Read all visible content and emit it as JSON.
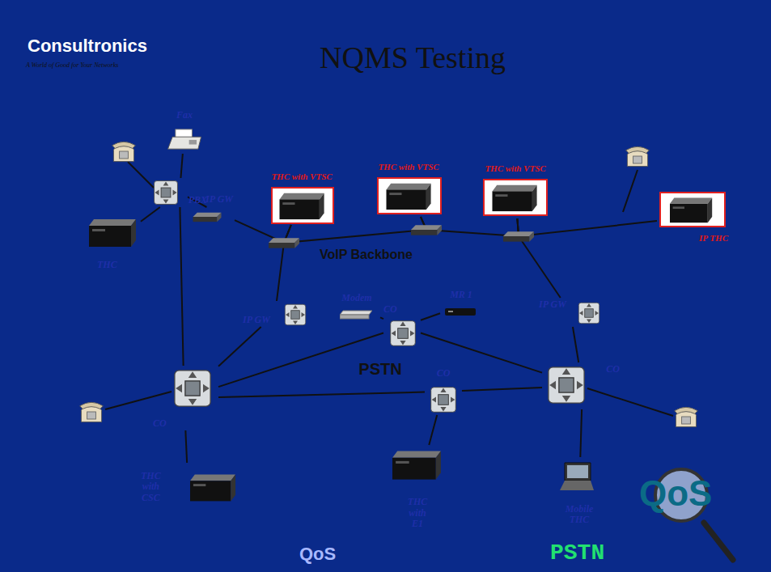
{
  "diagram": {
    "title": "NQMS Testing",
    "nodes": [
      {
        "text": [
          "Fax"
        ]
      },
      {
        "text": [
          "PBX"
        ]
      },
      {
        "text": [
          "THC"
        ]
      },
      {
        "text": [
          "IP GW"
        ]
      },
      {
        "text": [
          "VoIP Backbone"
        ]
      },
      {
        "text": [
          "THC with VTSC"
        ],
        "in": 4
      },
      {
        "text": [
          "THC with VTSC"
        ],
        "in": 4
      },
      {
        "text": [
          "THC with VTSC"
        ],
        "in": 4
      },
      {
        "text": [
          "IP THC"
        ]
      },
      {
        "text": [
          "Modem"
        ]
      },
      {
        "text": [
          "MR 1"
        ]
      },
      {
        "text": [
          "IP GW"
        ]
      },
      {
        "text": [
          "IP GW"
        ]
      },
      {
        "text": [
          "PSTN"
        ]
      },
      {
        "text": [
          "CO"
        ],
        "in": 13
      },
      {
        "text": [
          "CO"
        ],
        "in": 13
      },
      {
        "text": [
          "CO"
        ],
        "in": 13
      },
      {
        "text": [
          "CO"
        ],
        "in": 13
      },
      {
        "text": [
          "THC with CSC"
        ]
      },
      {
        "text": [
          "THC with E1"
        ]
      },
      {
        "text": [
          "Mobile THC"
        ]
      }
    ],
    "edges": [
      {
        "from": 1,
        "to": 0,
        "arrow": "none"
      },
      {
        "from": 1,
        "to": 2,
        "arrow": "none"
      },
      {
        "from": 1,
        "to": 3,
        "arrow": "none"
      },
      {
        "from": 3,
        "to": 5,
        "arrow": "none"
      },
      {
        "from": 5,
        "to": 6,
        "arrow": "none"
      },
      {
        "from": 6,
        "to": 7,
        "arrow": "none"
      },
      {
        "from": 7,
        "to": 8,
        "arrow": "none"
      },
      {
        "from": 11,
        "to": 5,
        "arrow": "none"
      },
      {
        "from": 12,
        "to": 7,
        "arrow": "none"
      },
      {
        "from": 1,
        "to": 15,
        "arrow": "none"
      },
      {
        "from": 11,
        "to": 15,
        "arrow": "none"
      },
      {
        "from": 12,
        "to": 16,
        "arrow": "none"
      },
      {
        "from": 15,
        "to": 14,
        "arrow": "none"
      },
      {
        "from": 14,
        "to": 16,
        "arrow": "none"
      },
      {
        "from": 15,
        "to": 17,
        "arrow": "none"
      },
      {
        "from": 17,
        "to": 16,
        "arrow": "none"
      },
      {
        "from": 14,
        "to": 9,
        "arrow": "none"
      },
      {
        "from": 14,
        "to": 10,
        "arrow": "none"
      },
      {
        "from": 15,
        "to": 18,
        "arrow": "none"
      },
      {
        "from": 17,
        "to": 19,
        "arrow": "none"
      },
      {
        "from": 16,
        "to": 20,
        "arrow": "none"
      }
    ],
    "labels": [
      "Consultronics",
      "A World of Good for Your Networks",
      "QoS",
      "QoS",
      "PSTN"
    ]
  }
}
